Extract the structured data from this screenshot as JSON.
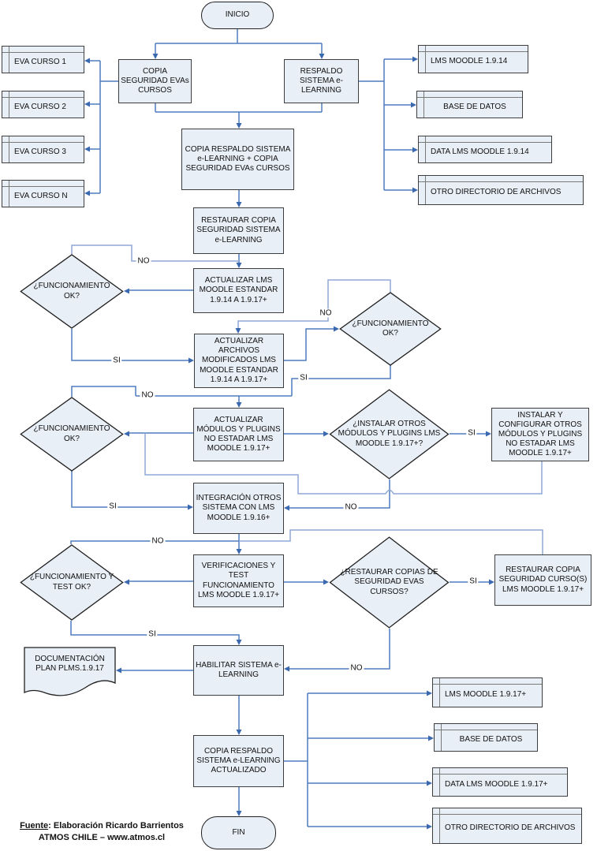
{
  "diagram_type": "flowchart",
  "language": "es",
  "colors": {
    "connector": "#4e7bbd",
    "connector_light": "#8fa9d9",
    "arrowhead": "#3a69b0",
    "shape_fill": "#e9eff7",
    "shape_border": "#3d3d3d",
    "background": "#ffffff"
  },
  "edge_labels": {
    "si": "SI",
    "no": "NO"
  },
  "nodes": {
    "inicio": {
      "label": "INICIO"
    },
    "fin": {
      "label": "FIN"
    },
    "copia_seguridad_evas": {
      "label": "COPIA SEGURIDAD EVAs CURSOS"
    },
    "respaldo_sistema": {
      "label": "RESPALDO SISTEMA e-LEARNING"
    },
    "eva_curso_1": {
      "label": "EVA CURSO 1"
    },
    "eva_curso_2": {
      "label": "EVA CURSO 2"
    },
    "eva_curso_3": {
      "label": "EVA CURSO 3"
    },
    "eva_curso_n": {
      "label": "EVA CURSO N"
    },
    "lms_moodle_1_9_14": {
      "label": "LMS MOODLE 1.9.14"
    },
    "base_de_datos_top": {
      "label": "BASE DE DATOS"
    },
    "data_lms_moodle_1_9_14": {
      "label": "DATA LMS MOODLE 1.9.14"
    },
    "otro_directorio_top": {
      "label": "OTRO DIRECTORIO DE ARCHIVOS"
    },
    "copia_respaldo_mas_seguridad": {
      "label": "COPIA RESPALDO SISTEMA e-LEARNING  + COPIA SEGURIDAD EVAs CURSOS"
    },
    "restaurar_copia_seguridad": {
      "label": "RESTAURAR COPIA SEGURIDAD SISTEMA e-LEARNING"
    },
    "actualizar_lms_estandar": {
      "label": "ACTUALIZAR LMS MOODLE ESTANDAR 1.9.14 A 1.9.17+"
    },
    "decision_funcionamiento_1": {
      "label": "¿FUNCIONAMIENTO OK?"
    },
    "actualizar_archivos_modificados": {
      "label": "ACTUALIZAR ARCHIVOS MODIFICADOS LMS MOODLE ESTANDAR 1.9.14 A 1.9.17+"
    },
    "decision_funcionamiento_2": {
      "label": "¿FUNCIONAMIENTO OK?"
    },
    "actualizar_modulos_plugins": {
      "label": "ACTUALIZAR MÓDULOS Y PLUGINS NO ESTADAR LMS MOODLE 1.9.17+"
    },
    "decision_funcionamiento_3": {
      "label": "¿FUNCIONAMIENTO OK?"
    },
    "decision_instalar_otros": {
      "label": "¿INSTALAR OTROS MÓDULOS Y PLUGINS LMS MOODLE 1.9.17+?"
    },
    "instalar_configurar_otros": {
      "label": "INSTALAR Y CONFIGURAR OTROS MÓDULOS Y PLUGINS NO ESTADAR LMS MOODLE 1.9.17+"
    },
    "integracion_otros_sistema": {
      "label": "INTEGRACIÓN OTROS SISTEMA CON LMS MOODLE 1.9.16+"
    },
    "decision_funcionamiento_test": {
      "label": "¿FUNCIONAMIENTO Y TEST OK?"
    },
    "verificaciones_test": {
      "label": "VERIFICACIONES Y TEST FUNCIONAMIENTO LMS MOODLE 1.9.17+"
    },
    "decision_restaurar_copias": {
      "label": "¿RESTAURAR COPIAS DE SEGURIDAD EVAS CURSOS?"
    },
    "restaurar_copia_cursos": {
      "label": "RESTAURAR COPIA SEGURIDAD CURSO(S) LMS MOODLE 1.9.17+"
    },
    "documentacion_plan": {
      "label": "DOCUMENTACIÓN PLAN PLMS.1.9.17"
    },
    "habilitar_sistema": {
      "label": "HABILITAR SISTEMA e-LEARNING"
    },
    "copia_respaldo_actualizado": {
      "label": "COPIA RESPALDO SISTEMA e-LEARNING ACTUALIZADO"
    },
    "lms_moodle_1_9_17": {
      "label": "LMS MOODLE 1.9.17+"
    },
    "base_de_datos_bottom": {
      "label": "BASE DE DATOS"
    },
    "data_lms_moodle_1_9_17": {
      "label": "DATA LMS MOODLE 1.9.17+"
    },
    "otro_directorio_bottom": {
      "label": "OTRO DIRECTORIO DE ARCHIVOS"
    },
    "fin_label": {
      "label": "FIN"
    }
  },
  "footer": {
    "source_label": "Fuente",
    "source_text": ": Elaboración Ricardo Barrientos",
    "line2": "ATMOS CHILE – www.atmos.cl"
  }
}
